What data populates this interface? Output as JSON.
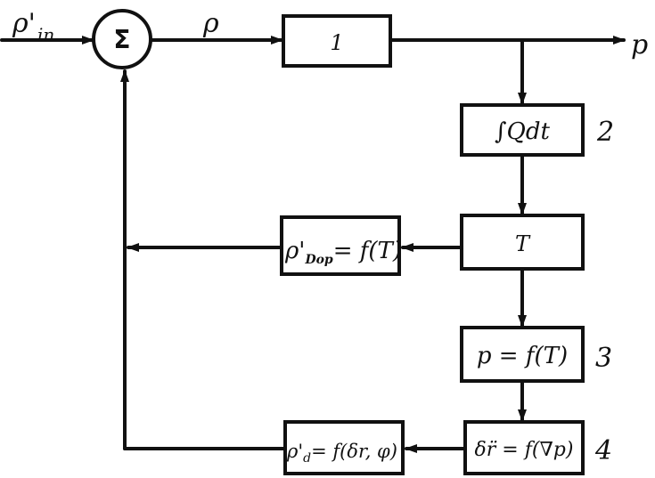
{
  "diagram": {
    "input_label": "ρ'",
    "input_sub": "in",
    "sum_symbol": "Σ",
    "signal_label": "ρ",
    "output_label": "p",
    "block1": {
      "text": "1"
    },
    "block2": {
      "text": "∫Qdt",
      "number": "2"
    },
    "blockT": {
      "text": "T"
    },
    "block3": {
      "text": "p = f(T)",
      "number": "3"
    },
    "block4": {
      "text": "δr̈ = f(∇p)",
      "number": "4"
    },
    "feedback1": {
      "pre": "ρ'",
      "sub": "Dop",
      "post": "= f(T)"
    },
    "feedback2": {
      "pre": "ρ'",
      "sub": "d",
      "post": "= f(δr, φ)"
    }
  }
}
